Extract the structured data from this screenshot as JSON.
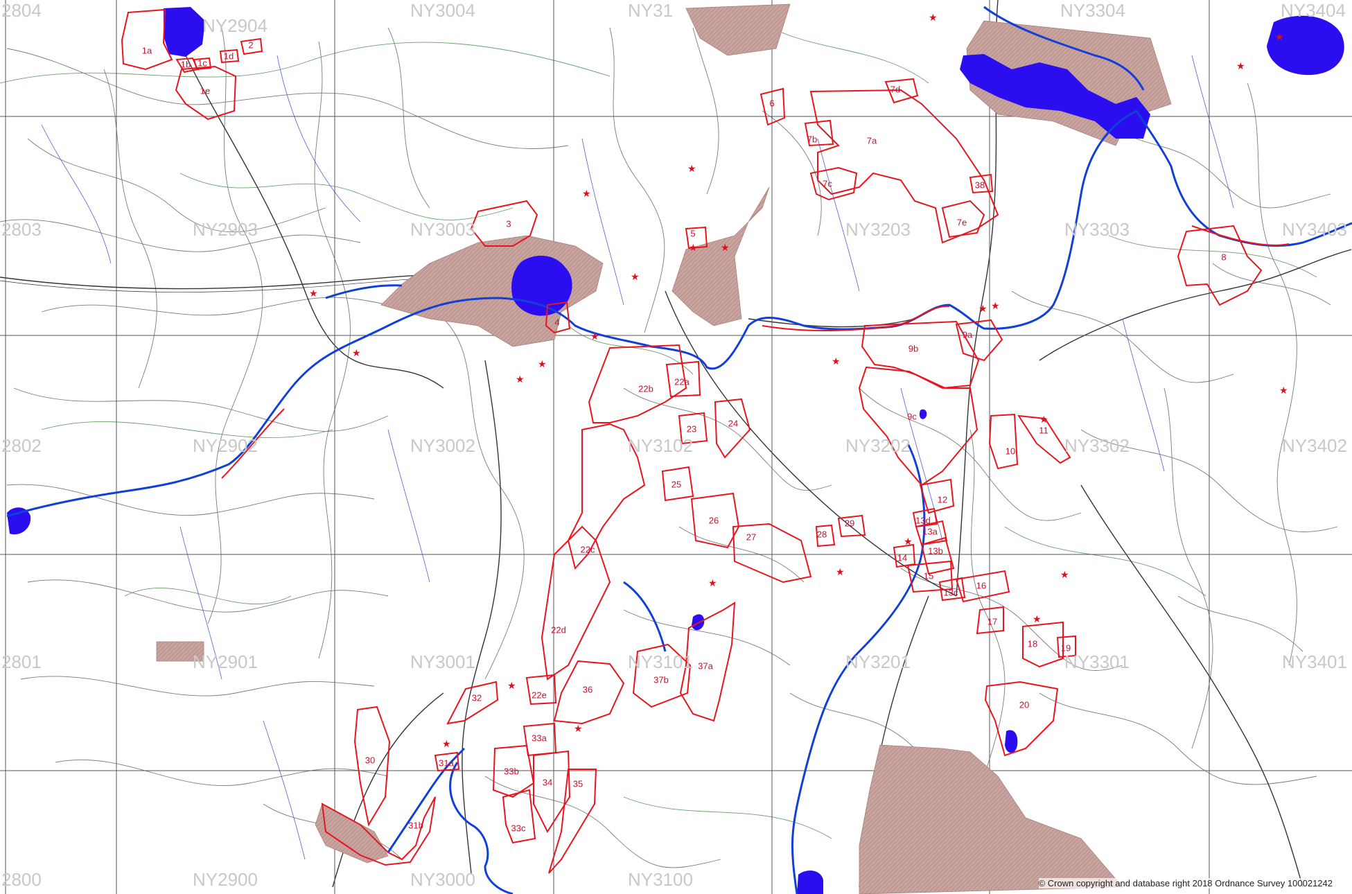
{
  "map": {
    "copyright": "© Crown copyright and database right 2018 Ordnance Survey 100021242",
    "colors": {
      "parcel_outline": "#e8141e",
      "river": "#1040d8",
      "lake": "#2a0ef0",
      "designated_area": "#c9a39e",
      "grid": "#555555",
      "roads": "#333333",
      "field_boundaries": "#777777",
      "contours": "#6a9e6a",
      "streams": "#4e5fd0",
      "star_marker": "#d2141e"
    },
    "grid_labels": [
      "2804",
      "NY2904",
      "NY3004",
      "NY31",
      "NY3304",
      "NY3404",
      "2803",
      "NY2903",
      "NY3003",
      "NY3203",
      "NY3303",
      "NY3403",
      "2802",
      "NY2902",
      "NY3002",
      "NY3102",
      "NY3202",
      "NY3302",
      "NY3402",
      "2801",
      "NY2901",
      "NY3001",
      "NY3101",
      "NY3201",
      "NY3301",
      "NY3401",
      "2800",
      "NY2900",
      "NY3000",
      "NY3100"
    ],
    "parcels": [
      "1a",
      "1b",
      "1c",
      "1d",
      "1e",
      "2",
      "3",
      "4",
      "5",
      "6",
      "7a",
      "7b",
      "7c",
      "7d",
      "7e",
      "8",
      "9a",
      "9b",
      "9c",
      "10",
      "11",
      "12",
      "13a",
      "13b",
      "13c",
      "13d",
      "14",
      "15",
      "16",
      "17",
      "18",
      "19",
      "20",
      "22a",
      "22b",
      "22c",
      "22d",
      "22e",
      "23",
      "24",
      "25",
      "26",
      "27",
      "28",
      "29",
      "30",
      "31a",
      "31b",
      "32",
      "33a",
      "33b",
      "33c",
      "34",
      "35",
      "36",
      "37a",
      "37b",
      "38"
    ]
  }
}
